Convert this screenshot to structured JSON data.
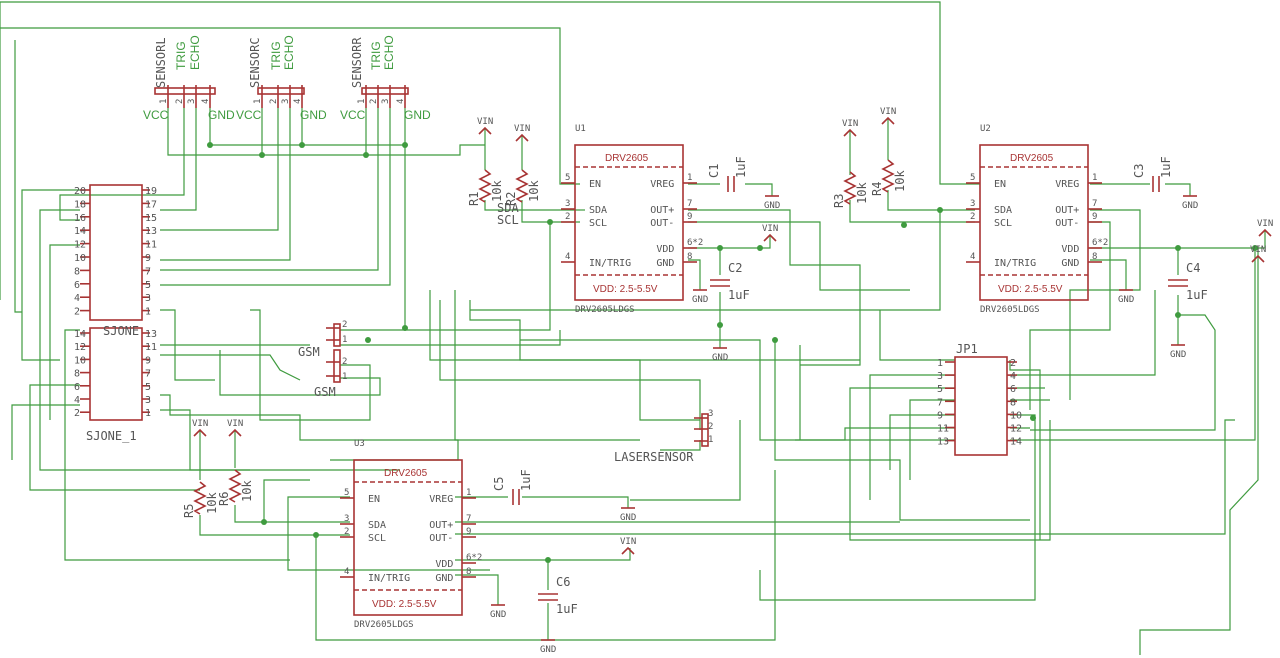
{
  "chips": [
    {
      "name": "U1",
      "title": "DRV2605",
      "package": "DRV2605LDGS",
      "vdd_range": "VDD: 2.5-5.5V"
    },
    {
      "name": "U2",
      "title": "DRV2605",
      "package": "DRV2605LDGS",
      "vdd_range": "VDD: 2.5-5.5V"
    },
    {
      "name": "U3",
      "title": "DRV2605",
      "package": "DRV2605LDGS",
      "vdd_range": "VDD: 2.5-5.5V"
    }
  ],
  "chip_pins": {
    "left": [
      "EN",
      "SDA",
      "SCL",
      "IN/TRIG"
    ],
    "right": [
      "VREG",
      "OUT+",
      "OUT-",
      "VDD",
      "GND"
    ],
    "left_nums": [
      "5",
      "3",
      "2",
      "4"
    ],
    "right_nums": [
      "1",
      "7",
      "9",
      "6*2",
      "8"
    ]
  },
  "capacitors": [
    {
      "name": "C1",
      "value": "1uF"
    },
    {
      "name": "C2",
      "value": "1uF"
    },
    {
      "name": "C3",
      "value": "1uF"
    },
    {
      "name": "C4",
      "value": "1uF"
    },
    {
      "name": "C5",
      "value": "1uF"
    },
    {
      "name": "C6",
      "value": "1uF"
    }
  ],
  "resistors": [
    {
      "name": "R1",
      "value": "10k"
    },
    {
      "name": "R2",
      "value": "10k"
    },
    {
      "name": "R3",
      "value": "10k"
    },
    {
      "name": "R4",
      "value": "10k"
    },
    {
      "name": "R5",
      "value": "10k"
    },
    {
      "name": "R6",
      "value": "10k"
    }
  ],
  "sensors": [
    {
      "name": "SENSORL",
      "trig": "TRIG",
      "echo": "ECHO",
      "vcc": "VCC",
      "gnd": "GND",
      "pins": [
        "1",
        "2",
        "3",
        "4"
      ]
    },
    {
      "name": "SENSORC",
      "trig": "TRIG",
      "echo": "ECHO",
      "vcc": "VCC",
      "gnd": "GND",
      "pins": [
        "1",
        "2",
        "3",
        "4"
      ]
    },
    {
      "name": "SENSORR",
      "trig": "TRIG",
      "echo": "ECHO",
      "vcc": "VCC",
      "gnd": "GND",
      "pins": [
        "1",
        "2",
        "3",
        "4"
      ]
    }
  ],
  "connectors": {
    "sjone_name": "SJONE",
    "sjone_label": "SJONE_1",
    "sjone_top_left": [
      "20",
      "18",
      "16",
      "14",
      "12",
      "10",
      "8",
      "6",
      "4",
      "2"
    ],
    "sjone_top_right": [
      "19",
      "17",
      "15",
      "13",
      "11",
      "9",
      "7",
      "5",
      "3",
      "1"
    ],
    "sjone_bot_left": [
      "14",
      "12",
      "10",
      "8",
      "6",
      "4",
      "2"
    ],
    "sjone_bot_right": [
      "13",
      "11",
      "9",
      "7",
      "5",
      "3",
      "1"
    ],
    "gsm_label": "GSM",
    "gsm_pins_a": [
      "2",
      "1"
    ],
    "gsm_pins_b": [
      "2",
      "1"
    ],
    "jp1_name": "JP1",
    "jp1_left": [
      "1",
      "3",
      "5",
      "7",
      "9",
      "11",
      "13"
    ],
    "jp1_right": [
      "2",
      "4",
      "6",
      "8",
      "10",
      "12",
      "14"
    ],
    "laser_label": "LASERSENSOR",
    "laser_pins": [
      "3",
      "2",
      "1"
    ]
  },
  "nets": {
    "vin": "VIN",
    "gnd": "GND",
    "sda": "SDA",
    "scl": "SCL"
  }
}
